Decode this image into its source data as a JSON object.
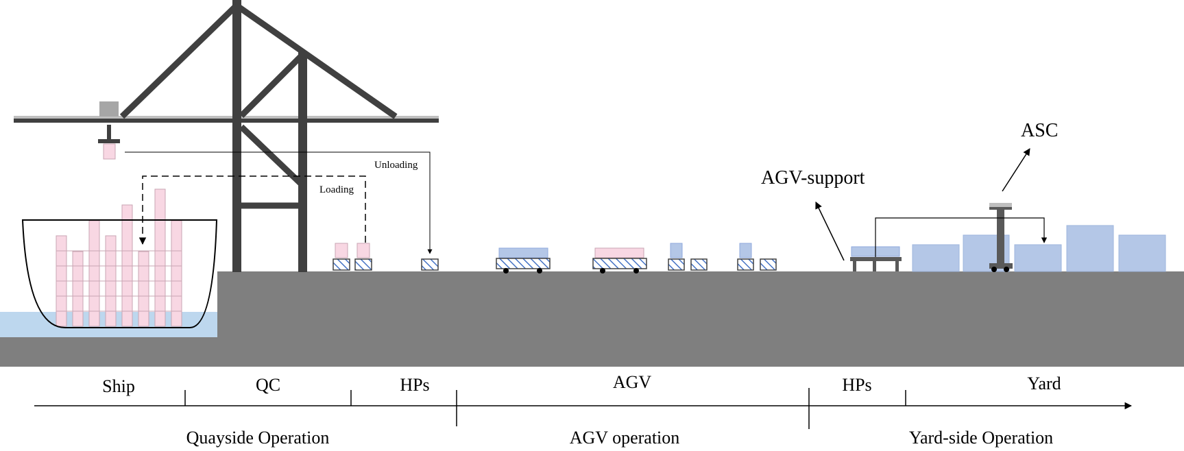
{
  "labels": {
    "unloading": "Unloading",
    "loading": "Loading",
    "agv_support": "AGV-support",
    "asc": "ASC"
  },
  "timeline": {
    "segments": [
      "Ship",
      "QC",
      "HPs",
      "AGV",
      "HPs",
      "Yard"
    ],
    "phases": [
      "Quayside Operation",
      "AGV operation",
      "Yard-side Operation"
    ]
  },
  "colors": {
    "ground": "#7f7f7f",
    "crane": "#404040",
    "water": "#bdd7ee",
    "pink_container": "#f8d7e3",
    "blue_container": "#b4c7e7",
    "hatch": "#4472c4",
    "rail": "#bfbfbf"
  },
  "icons": {
    "crane": "quay-crane",
    "ship": "container-ship",
    "agv": "agv-vehicle",
    "asc": "stacking-crane"
  }
}
